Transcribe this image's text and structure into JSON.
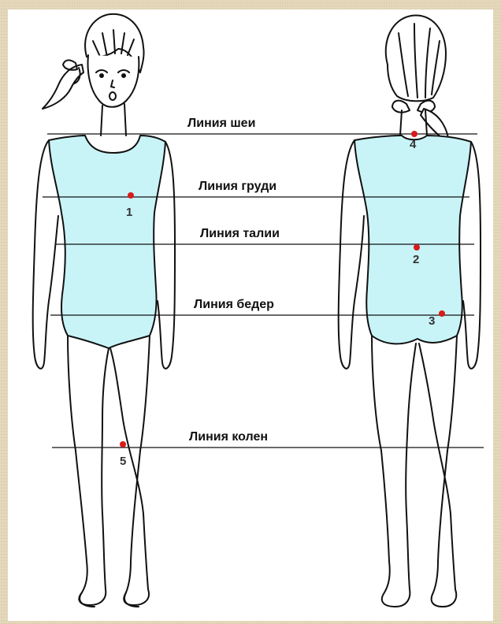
{
  "colors": {
    "background": "#e3d6b8",
    "panel": "#ffffff",
    "bodysuit": "#c8f4f8",
    "outline": "#111111",
    "measure_point": "#d81b1b"
  },
  "lines": [
    {
      "id": "neck",
      "label": "Линия шеи"
    },
    {
      "id": "chest",
      "label": "Линия груди"
    },
    {
      "id": "waist",
      "label": "Линия талии"
    },
    {
      "id": "hips",
      "label": "Линия бедер"
    },
    {
      "id": "knees",
      "label": "Линия колен"
    }
  ],
  "points": [
    {
      "id": "p1",
      "label": "1"
    },
    {
      "id": "p2",
      "label": "2"
    },
    {
      "id": "p3",
      "label": "3"
    },
    {
      "id": "p4",
      "label": "4"
    },
    {
      "id": "p5",
      "label": "5"
    }
  ]
}
